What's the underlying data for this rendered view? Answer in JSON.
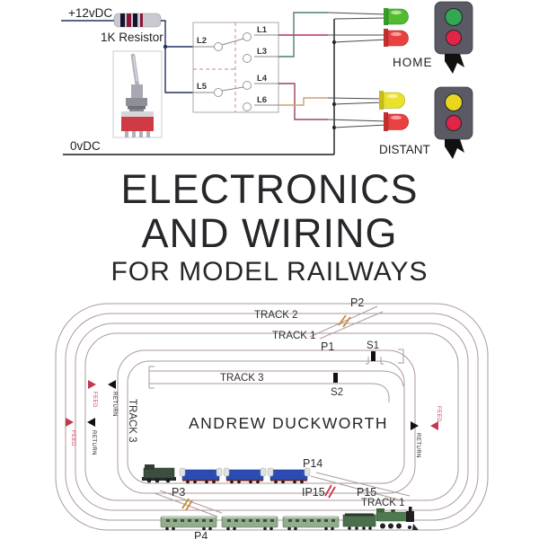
{
  "circuit": {
    "supply_positive": "+12vDC",
    "supply_negative": "0vDC",
    "resistor_label": "1K Resistor",
    "terminals": {
      "l1": "L1",
      "l2": "L2",
      "l3": "L3",
      "l4": "L4",
      "l5": "L5",
      "l6": "L6"
    },
    "home_label": "HOME",
    "distant_label": "DISTANT",
    "colors": {
      "wire_positive": "#23315e",
      "wire_green": "#4f7f72",
      "wire_red": "#b5305a",
      "wire_dark_red": "#9c4458",
      "wire_tan": "#c9a477",
      "wire_return": "#1a1a1a",
      "led_green": "#52bb31",
      "led_red": "#ea4040",
      "led_yellow": "#e9e22c",
      "signal_body": "#5a5a64",
      "lamp_green": "#32a852",
      "lamp_red": "#e22448",
      "lamp_yellow": "#ead61f"
    }
  },
  "title": {
    "line1": "ELECTRONICS",
    "line2": "AND WIRING",
    "line3": "FOR MODEL RAILWAYS"
  },
  "author": "ANDREW DUCKWORTH",
  "track_plan": {
    "track2": "TRACK 2",
    "track1_top": "TRACK 1",
    "track1_bottom": "TRACK 1",
    "track3_band": "TRACK 3",
    "track3_side": "TRACK 3",
    "p1": "P1",
    "p2": "P2",
    "p3": "P3",
    "p4": "P4",
    "p14": "P14",
    "p15": "P15",
    "ip15": "IP15",
    "s1": "S1",
    "s2": "S2",
    "feed": "FEED",
    "return": "RETURN",
    "colors": {
      "rail": "#ad9a9a",
      "feed_arrow": "#c4374f",
      "return_arrow": "#111111",
      "insulator_tan": "#c8883c",
      "insulator_red": "#c4374f"
    }
  }
}
